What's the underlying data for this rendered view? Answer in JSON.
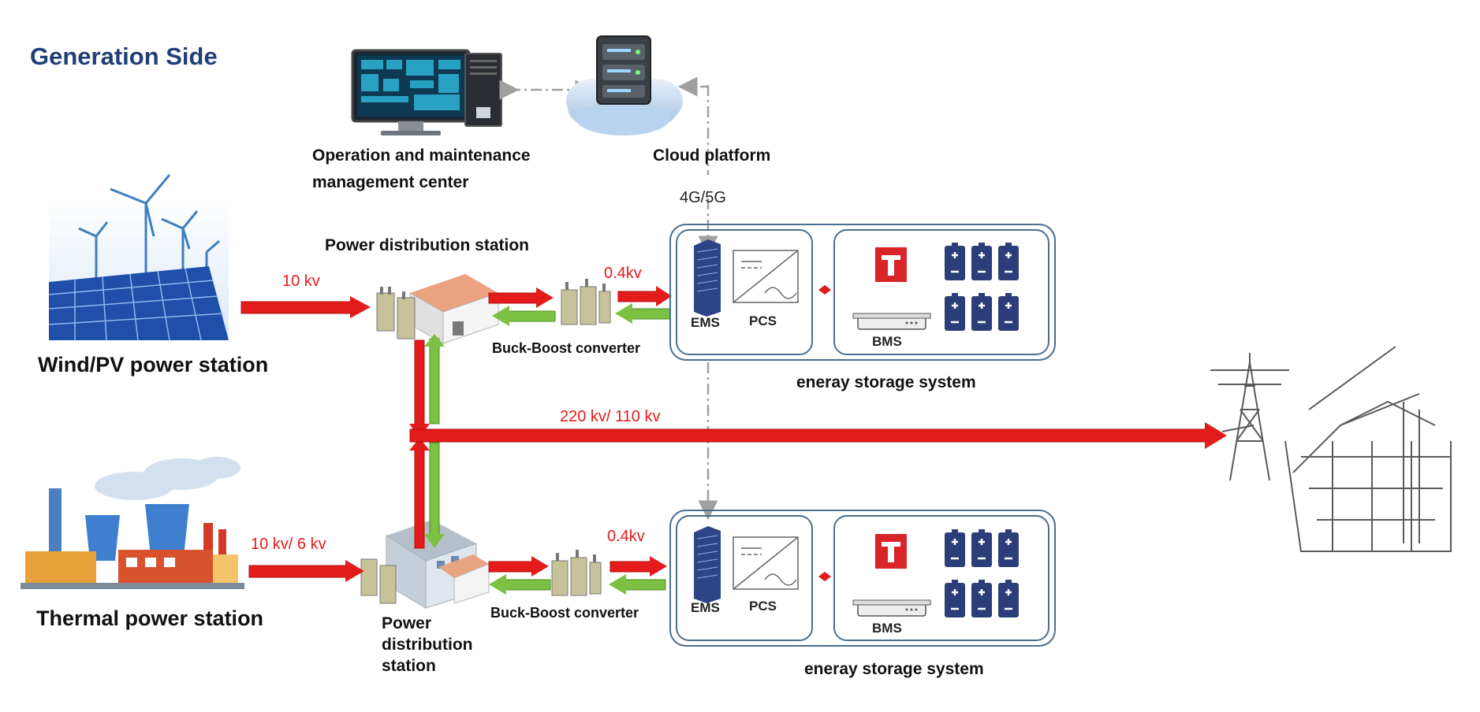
{
  "title": "Generation Side",
  "labels": {
    "ops_center": [
      "Operation and maintenance",
      "management center"
    ],
    "cloud": "Cloud platform",
    "network": "4G/5G",
    "pds_top": "Power distribution station",
    "pds_bottom": [
      "Power",
      "distribution",
      "station"
    ],
    "wind_pv": "Wind/PV power station",
    "thermal": "Thermal power station",
    "v_wind": "10 kv",
    "v_thermal": "10 kv/ 6 kv",
    "v_top_ess": "0.4kv",
    "v_bottom_ess": "0.4kv",
    "v_grid": "220 kv/ 110 kv",
    "converter_top": "Buck-Boost converter",
    "converter_bottom": "Buck-Boost converter",
    "ess_top": "eneray storage system",
    "ess_bottom": "eneray storage system",
    "ems": "EMS",
    "pcs": "PCS",
    "bms": "BMS"
  },
  "colors": {
    "title": "#1f3f75",
    "power_arrow": "#e31b1b",
    "return_arrow": "#7cc142",
    "box_border": "#4a6e8f",
    "battery": "#2c3e7a",
    "fire_unit": "#d9252a"
  }
}
